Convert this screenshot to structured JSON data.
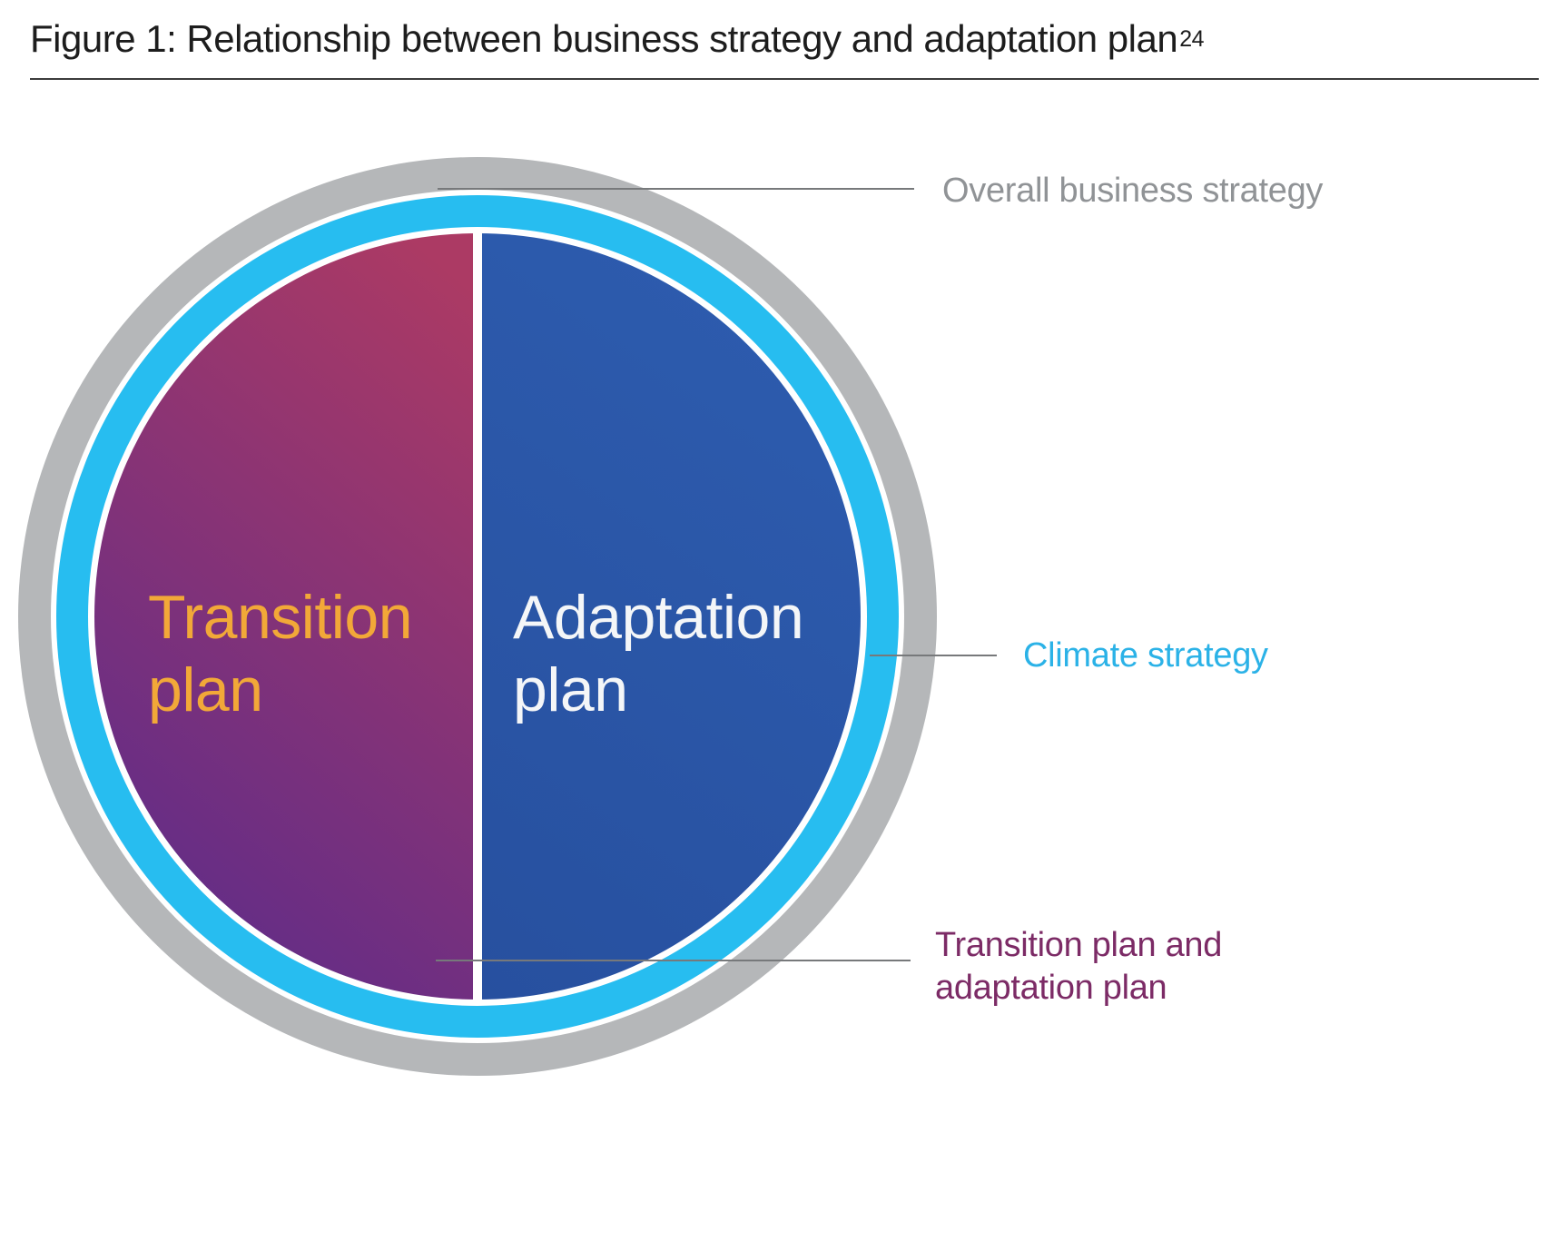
{
  "figure": {
    "title": "Figure 1: Relationship between business strategy and adaptation plan",
    "title_superscript": "24"
  },
  "diagram": {
    "outer_ring_label": "Overall business strategy",
    "middle_ring_label": "Climate strategy",
    "inner_label_line1": "Transition plan and",
    "inner_label_line2": "adaptation plan",
    "left_half": {
      "title": "Transition plan"
    },
    "right_half": {
      "title": "Adaptation plan"
    }
  },
  "colors": {
    "outer_ring_gray": "#B5B7B9",
    "climate_ring_cyan": "#27BDF0",
    "adaptation_blue": "#2B57A8",
    "transition_gradient_start": "#5B2B8B",
    "transition_gradient_end": "#AC3A64",
    "transition_text_orange": "#F2A838",
    "adaptation_text_white": "#F4F6F8",
    "outer_label_gray": "#909396",
    "climate_label_cyan": "#2BB2E7",
    "inner_label_plum": "#7C2B66",
    "leader_line_gray": "#77797B",
    "title_text": "#1D1D1D"
  }
}
